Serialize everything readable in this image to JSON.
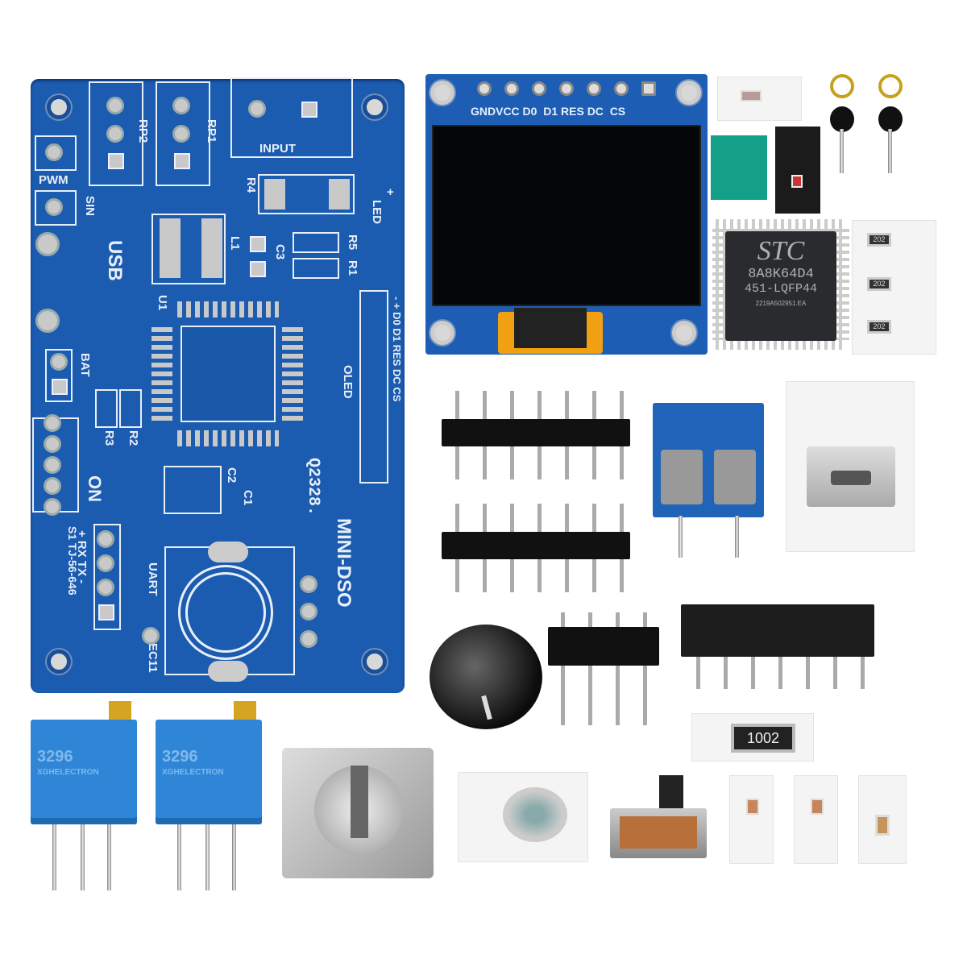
{
  "pcb": {
    "labels": {
      "rp2": "RP2",
      "rp1": "RP1",
      "input": "INPUT",
      "pwm": "PWM",
      "sin": "SIN",
      "usb": "USB",
      "r4": "R4",
      "led": "LED",
      "led_plus": "+",
      "l1": "L1",
      "c3": "C3",
      "r5": "R5",
      "r1": "R1",
      "u1": "U1",
      "bat": "BAT",
      "oled": "OLED",
      "oled_pins": "- + D0 D1 RES DC CS",
      "r3": "R3",
      "r2": "R2",
      "c2": "C2",
      "c1": "C1",
      "on": "ON",
      "s1": "S1 TJ-56-646",
      "uart": "UART",
      "uart_pins": "+ RX TX -",
      "ec11": "EC11",
      "version": "Q2328.",
      "title": "MINI-DSO"
    }
  },
  "oled_module": {
    "pins": "GNDVCC D0  D1 RES DC  CS"
  },
  "mcu_chip": {
    "brand": "STC",
    "part": "8A8K64D4",
    "package": "451-LQFP44",
    "code": "2219A502951.EA"
  },
  "resistor_tape": {
    "marking": "202"
  },
  "large_resistor": {
    "marking": "1002"
  },
  "trimpot": {
    "model": "3296",
    "maker": "XGHELECTRON"
  },
  "colors": {
    "pcb": "#1b5cb0",
    "silkscreen": "#e8eef8",
    "oled_board": "#1d5db4",
    "terminal_block": "#1f64b8"
  }
}
